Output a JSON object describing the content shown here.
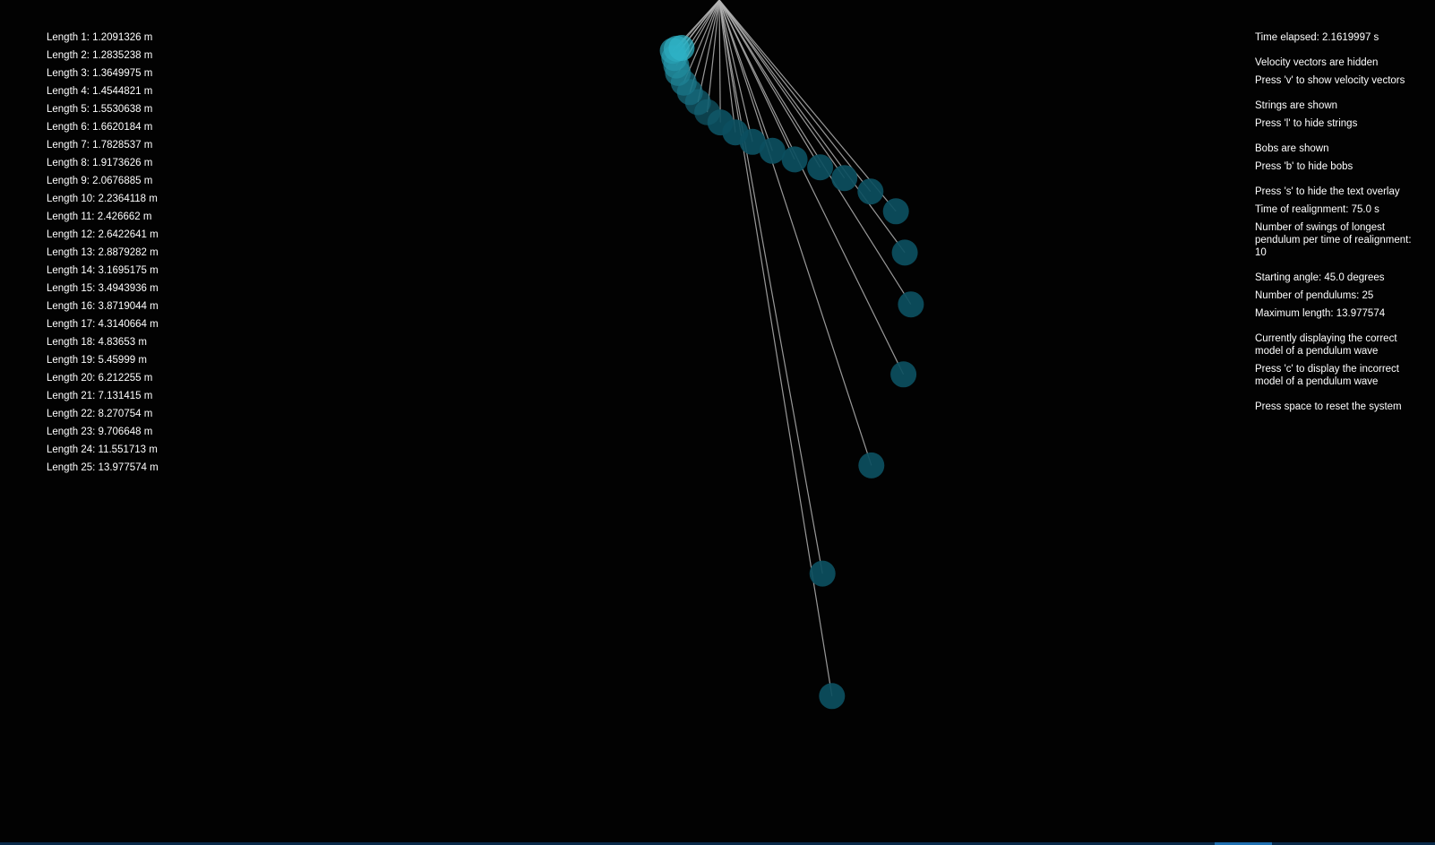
{
  "lengths": [
    "Length 1: 1.2091326 m",
    "Length 2: 1.2835238 m",
    "Length 3: 1.3649975 m",
    "Length 4: 1.4544821 m",
    "Length 5: 1.5530638 m",
    "Length 6: 1.6620184 m",
    "Length 7: 1.7828537 m",
    "Length 8: 1.9173626 m",
    "Length 9: 2.0676885 m",
    "Length 10: 2.2364118 m",
    "Length 11: 2.426662 m",
    "Length 12: 2.6422641 m",
    "Length 13: 2.8879282 m",
    "Length 14: 3.1695175 m",
    "Length 15: 3.4943936 m",
    "Length 16: 3.8719044 m",
    "Length 17: 4.3140664 m",
    "Length 18: 4.83653 m",
    "Length 19: 5.45999 m",
    "Length 20: 6.212255 m",
    "Length 21: 7.131415 m",
    "Length 22: 8.270754 m",
    "Length 23: 9.706648 m",
    "Length 24: 11.551713 m",
    "Length 25: 13.977574 m"
  ],
  "status": {
    "time_elapsed": "Time elapsed: 2.1619997 s",
    "velocity_state": "Velocity vectors are hidden",
    "velocity_hint": "Press 'v' to show velocity vectors",
    "strings_state": "Strings are shown",
    "strings_hint": "Press 'l' to hide strings",
    "bobs_state": "Bobs are shown",
    "bobs_hint": "Press 'b' to hide bobs",
    "overlay_hint": "Press 's' to hide the text overlay",
    "realignment_time": "Time of realignment: 75.0 s",
    "swings": "Number of swings of longest pendulum per time of realignment: 10",
    "starting_angle": "Starting angle: 45.0 degrees",
    "pendulum_count": "Number of pendulums: 25",
    "max_length": "Maximum length: 13.977574",
    "model_state": "Currently displaying the correct model of a pendulum wave",
    "model_hint": "Press 'c' to display the incorrect model of a pendulum wave",
    "reset_hint": "Press space to reset the system"
  },
  "colors": {
    "background": "#020202",
    "string": "#b4b4b4",
    "bob_near": "#2fb4c8",
    "bob_far": "#0c4f60",
    "text": "#ffffff"
  },
  "bob_state": {
    "lengths_m": [
      1.2091326,
      1.2835238,
      1.3649975,
      1.4544821,
      1.5530638,
      1.6620184,
      1.7828537,
      1.9173626,
      2.0676885,
      2.2364118,
      2.426662,
      2.6422641,
      2.8879282,
      3.1695175,
      3.4943936,
      3.8719044,
      4.3140664,
      4.83653,
      5.45999,
      6.212255,
      7.131415,
      8.270754,
      9.706648,
      11.551713,
      13.977574
    ],
    "angles_deg": [
      -38.2,
      -41.2,
      -42.5,
      -37.8,
      -33.3,
      -29.5,
      -23.3,
      -17.7,
      -11.8,
      -6.1,
      0.5,
      6.9,
      13.2,
      19.4,
      25.3,
      31.1,
      35.1,
      38.3,
      39.9,
      36.3,
      32.2,
      26.2,
      18.1,
      10.2,
      9.2
    ]
  }
}
